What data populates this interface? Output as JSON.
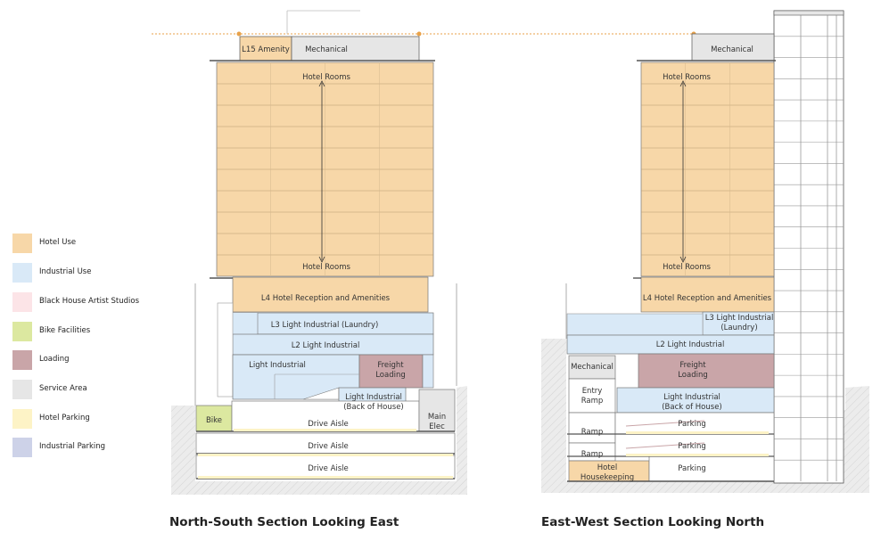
{
  "colors": {
    "hotel_use": "#F7D7A8",
    "industrial_use": "#D9E9F7",
    "black_house_artist_studios": "#FCE4E7",
    "bike_facilities": "#DCE8A0",
    "loading": "#C9A5A8",
    "service_area": "#E6E6E6",
    "hotel_parking": "#FDF3C6",
    "industrial_parking": "#CDD2E8",
    "ground": "#ECECEC",
    "line": "#555555",
    "datum": "#E8A24A"
  },
  "legend": [
    {
      "label": "Hotel Use",
      "color": "#F7D7A8"
    },
    {
      "label": "Industrial Use",
      "color": "#D9E9F7"
    },
    {
      "label": "Black House Artist Studios",
      "color": "#FCE4E7"
    },
    {
      "label": "Bike Facilities",
      "color": "#DCE8A0"
    },
    {
      "label": "Loading",
      "color": "#C9A5A8"
    },
    {
      "label": "Service Area",
      "color": "#E6E6E6"
    },
    {
      "label": "Hotel Parking",
      "color": "#FDF3C6"
    },
    {
      "label": "Industrial Parking",
      "color": "#CDD2E8"
    }
  ],
  "sections": {
    "north_south": {
      "caption": "North-South Section Looking East",
      "labels": {
        "l15_amenity": "L15 Amenity",
        "mechanical": "Mechanical",
        "hotel_rooms_top": "Hotel Rooms",
        "hotel_rooms_bottom": "Hotel Rooms",
        "l4_hotel": "L4 Hotel Reception and Amenities",
        "l3_light_industrial": "L3 Light Industrial (Laundry)",
        "l2_light_industrial": "L2 Light Industrial",
        "light_industrial": "Light Industrial",
        "freight_loading_1": "Freight",
        "freight_loading_2": "Loading",
        "li_boh_1": "Light Industrial",
        "li_boh_2": "(Back of House)",
        "bike": "Bike",
        "drive_aisle_1": "Drive Aisle",
        "drive_aisle_2": "Drive Aisle",
        "drive_aisle_3": "Drive Aisle",
        "main_elec_1": "Main",
        "main_elec_2": "Elec"
      }
    },
    "east_west": {
      "caption": "East-West Section Looking North",
      "labels": {
        "mechanical": "Mechanical",
        "hotel_rooms_top": "Hotel Rooms",
        "hotel_rooms_bottom": "Hotel Rooms",
        "l4_hotel": "L4 Hotel Reception and Amenities",
        "l3_light_industrial_1": "L3 Light Industrial",
        "l3_light_industrial_2": "(Laundry)",
        "l2_light_industrial": "L2 Light Industrial",
        "mechanical_low": "Mechanical",
        "freight_loading_1": "Freight",
        "freight_loading_2": "Loading",
        "entry_ramp_1": "Entry",
        "entry_ramp_2": "Ramp",
        "li_boh_1": "Light Industrial",
        "li_boh_2": "(Back of House)",
        "parking_1": "Parking",
        "parking_2": "Parking",
        "parking_3": "Parking",
        "ramp_1": "Ramp",
        "ramp_2": "Ramp",
        "hotel_housekeeping_1": "Hotel",
        "hotel_housekeeping_2": "Housekeeping"
      }
    }
  }
}
